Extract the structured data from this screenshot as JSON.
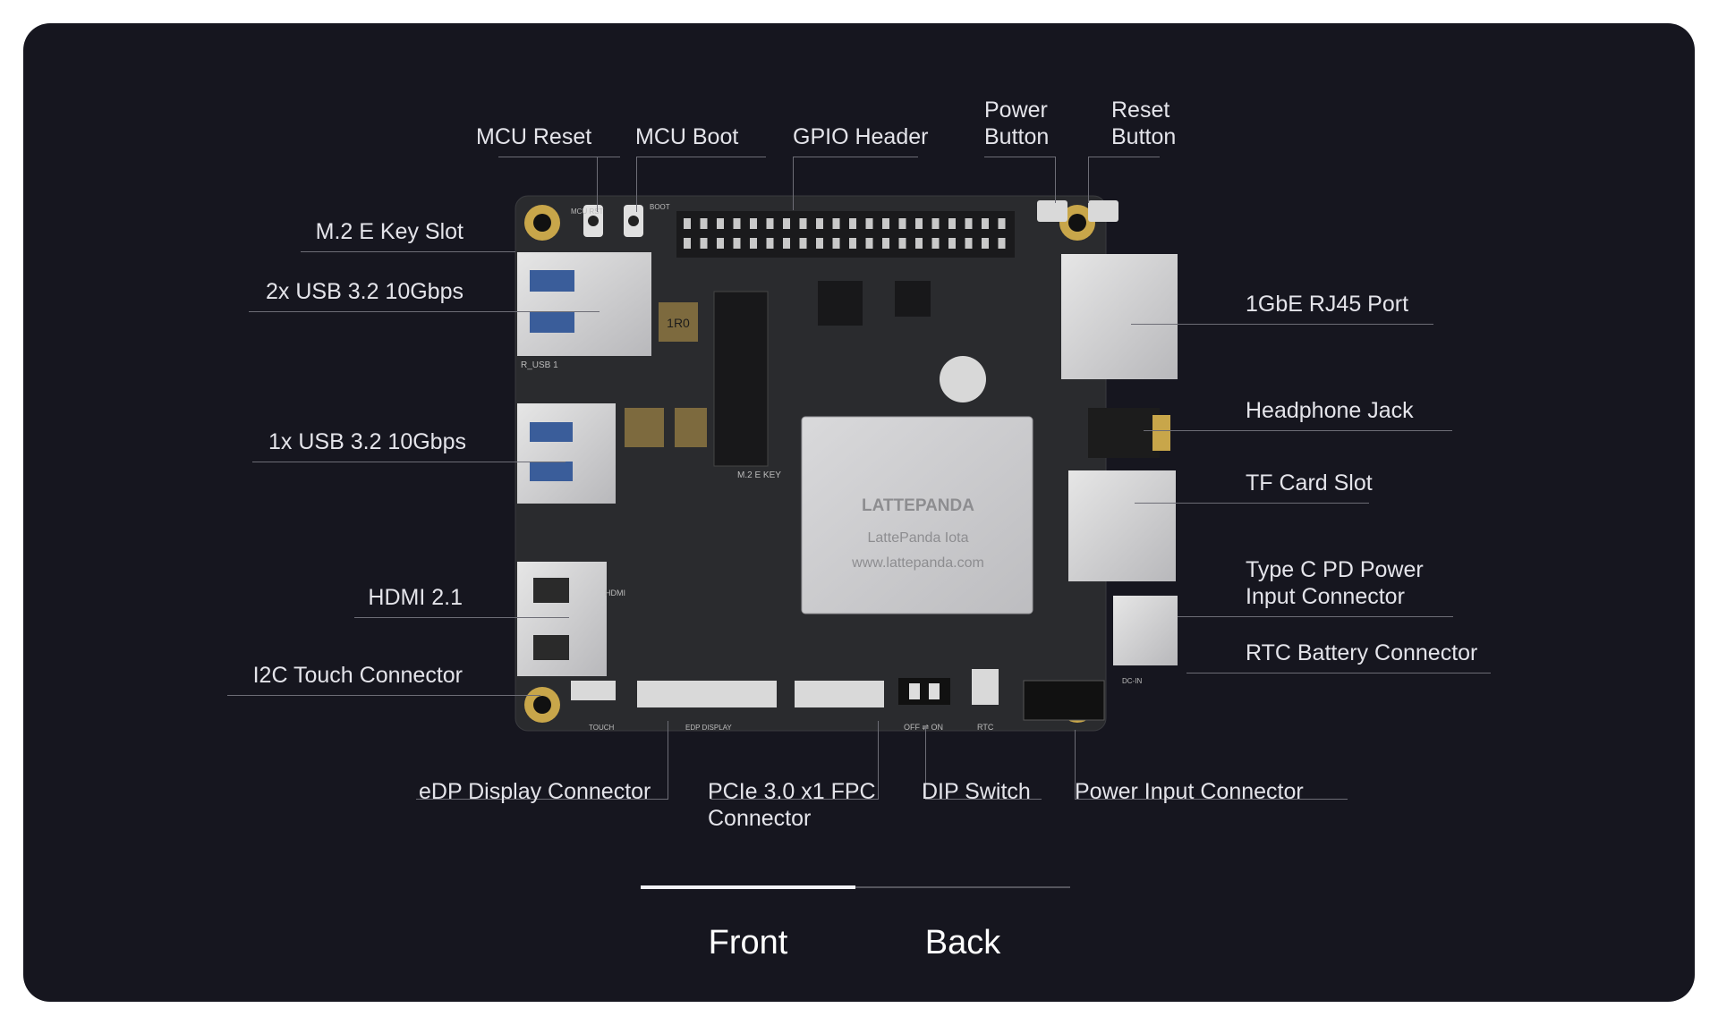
{
  "labels": {
    "mcu_reset": "MCU Reset",
    "mcu_boot": "MCU Boot",
    "gpio_header": "GPIO Header",
    "power_button_l1": "Power",
    "power_button_l2": "Button",
    "reset_button_l1": "Reset",
    "reset_button_l2": "Button",
    "m2_e_key": "M.2 E Key Slot",
    "usb_2x": "2x USB 3.2 10Gbps",
    "usb_1x": "1x USB 3.2 10Gbps",
    "hdmi": "HDMI 2.1",
    "i2c_touch": "I2C Touch Connector",
    "rj45": "1GbE RJ45 Port",
    "headphone": "Headphone Jack",
    "tf_card": "TF Card Slot",
    "typec_l1": "Type C PD Power",
    "typec_l2": "Input Connector",
    "rtc_battery": "RTC Battery Connector",
    "edp": "eDP Display Connector",
    "pcie_l1": "PCIe 3.0 x1 FPC",
    "pcie_l2": "Connector",
    "dip": "DIP Switch",
    "power_input": "Power Input Connector"
  },
  "board": {
    "chip_brand": "LATTEPANDA",
    "chip_model": "LattePanda Iota",
    "chip_url": "www.lattepanda.com",
    "silk_mcu_rst": "MCU RST",
    "silk_boot": "BOOT",
    "silk_usb1": "R_USB 1",
    "silk_m2": "M.2 E KEY",
    "silk_hdmi": "HDMI",
    "silk_touch": "TOUCH",
    "silk_edp": "EDP DISPLAY",
    "silk_dip": "OFF ⇌ ON",
    "silk_rtc": "RTC",
    "silk_dcin": "DC-IN",
    "inductor": "1R0"
  },
  "tabs": [
    {
      "label": "Front",
      "active": true
    },
    {
      "label": "Back",
      "active": false
    }
  ],
  "colors": {
    "background": "#16161f",
    "pcb": "#2a2b2e",
    "gold": "#c8a64a",
    "text": "#e4e4ea",
    "leader": "#6d6d76"
  }
}
